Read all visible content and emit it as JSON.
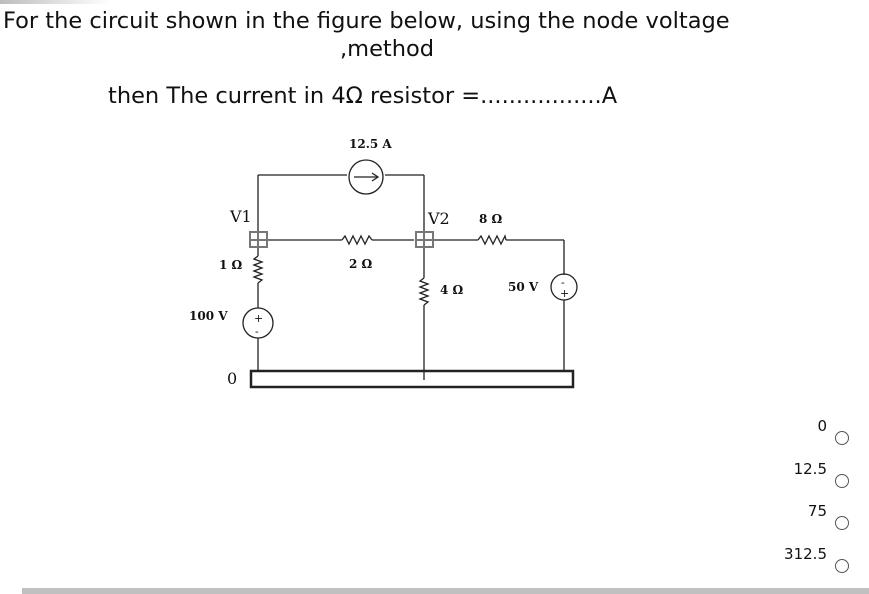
{
  "question": {
    "line1": "For the circuit shown in the figure below, using the node voltage",
    "line2": ",method",
    "line3": "then The current in 4Ω resistor =.................A"
  },
  "circuit": {
    "current_source": "12.5 A",
    "node_v1": "V1",
    "node_v2": "V2",
    "r1": "1 Ω",
    "r2": "2 Ω",
    "r4": "4 Ω",
    "r8": "8 Ω",
    "source_100": "100 V",
    "source_50": "50 V",
    "ground": "0"
  },
  "options": [
    "0",
    "12.5",
    "75",
    "312.5"
  ]
}
